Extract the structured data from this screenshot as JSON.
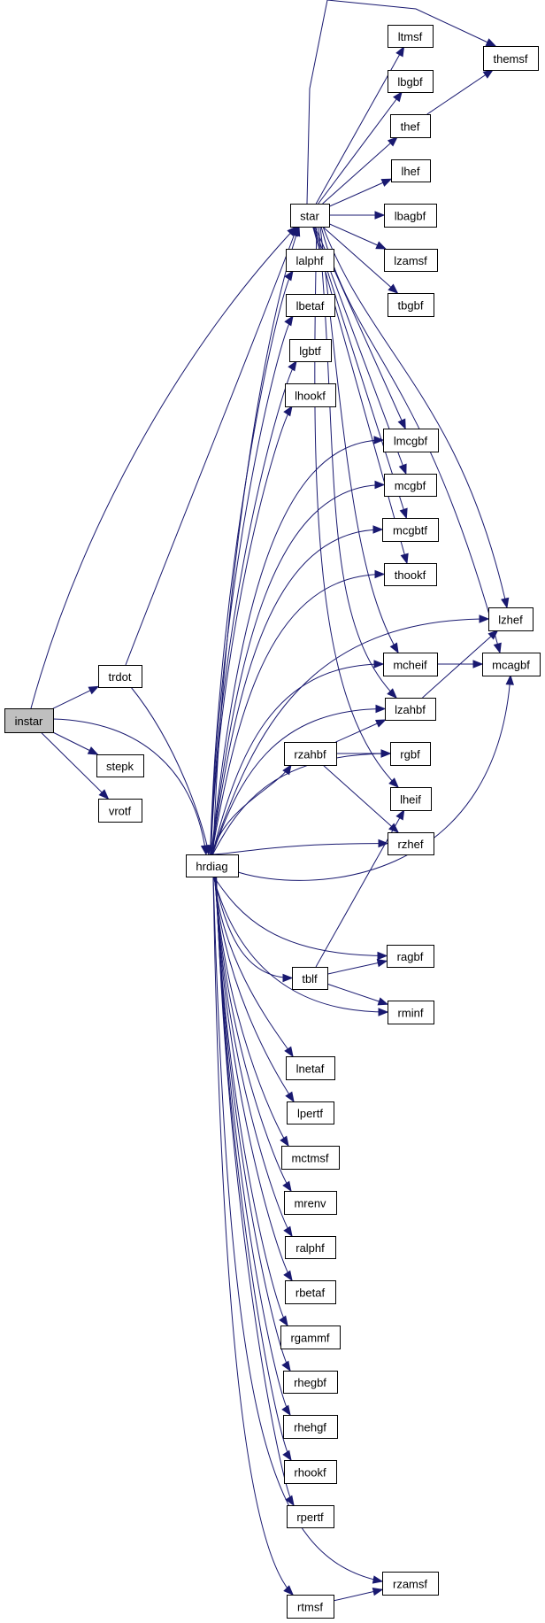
{
  "graph": {
    "type": "call-graph",
    "root": "instar",
    "colors": {
      "edge": "#191970",
      "root_fill": "#bfbfbf",
      "node_fill": "#ffffff",
      "node_border": "#000000"
    },
    "nodes": {
      "instar": "instar",
      "trdot": "trdot",
      "stepk": "stepk",
      "vrotf": "vrotf",
      "hrdiag": "hrdiag",
      "star": "star",
      "lalphf": "lalphf",
      "lbetaf": "lbetaf",
      "lgbtf": "lgbtf",
      "lhookf": "lhookf",
      "ltmsf": "ltmsf",
      "lbgbf": "lbgbf",
      "thef": "thef",
      "lhef": "lhef",
      "lbagbf": "lbagbf",
      "lzamsf": "lzamsf",
      "tbgbf": "tbgbf",
      "themsf": "themsf",
      "lmcgbf": "lmcgbf",
      "mcgbf": "mcgbf",
      "mcgbtf": "mcgbtf",
      "thookf": "thookf",
      "lzhef": "lzhef",
      "mcheif": "mcheif",
      "mcagbf": "mcagbf",
      "lzahbf": "lzahbf",
      "rzahbf": "rzahbf",
      "rgbf": "rgbf",
      "lheif": "lheif",
      "rzhef": "rzhef",
      "ragbf": "ragbf",
      "tblf": "tblf",
      "rminf": "rminf",
      "lnetaf": "lnetaf",
      "lpertf": "lpertf",
      "mctmsf": "mctmsf",
      "mrenv": "mrenv",
      "ralphf": "ralphf",
      "rbetaf": "rbetaf",
      "rgammf": "rgammf",
      "rhegbf": "rhegbf",
      "rhehgf": "rhehgf",
      "rhookf": "rhookf",
      "rpertf": "rpertf",
      "rzamsf": "rzamsf",
      "rtmsf": "rtmsf"
    },
    "edges": [
      [
        "instar",
        "star"
      ],
      [
        "instar",
        "trdot"
      ],
      [
        "instar",
        "hrdiag"
      ],
      [
        "instar",
        "stepk"
      ],
      [
        "instar",
        "vrotf"
      ],
      [
        "trdot",
        "star"
      ],
      [
        "trdot",
        "hrdiag"
      ],
      [
        "star",
        "themsf"
      ],
      [
        "star",
        "ltmsf"
      ],
      [
        "star",
        "lbgbf"
      ],
      [
        "star",
        "thef"
      ],
      [
        "star",
        "lhef"
      ],
      [
        "star",
        "lbagbf"
      ],
      [
        "star",
        "lzamsf"
      ],
      [
        "star",
        "tbgbf"
      ],
      [
        "star",
        "lmcgbf"
      ],
      [
        "star",
        "mcgbf"
      ],
      [
        "star",
        "mcgbtf"
      ],
      [
        "star",
        "thookf"
      ],
      [
        "star",
        "lzhef"
      ],
      [
        "star",
        "mcheif"
      ],
      [
        "star",
        "mcagbf"
      ],
      [
        "star",
        "lzahbf"
      ],
      [
        "star",
        "lheif"
      ],
      [
        "thef",
        "themsf"
      ],
      [
        "mcheif",
        "mcagbf"
      ],
      [
        "lzahbf",
        "lzhef"
      ],
      [
        "rzahbf",
        "lzahbf"
      ],
      [
        "rzahbf",
        "rgbf"
      ],
      [
        "rzahbf",
        "rzhef"
      ],
      [
        "tblf",
        "lheif"
      ],
      [
        "tblf",
        "ragbf"
      ],
      [
        "tblf",
        "rminf"
      ],
      [
        "hrdiag",
        "star"
      ],
      [
        "hrdiag",
        "lalphf"
      ],
      [
        "hrdiag",
        "lbetaf"
      ],
      [
        "hrdiag",
        "lgbtf"
      ],
      [
        "hrdiag",
        "lhookf"
      ],
      [
        "hrdiag",
        "lmcgbf"
      ],
      [
        "hrdiag",
        "mcgbf"
      ],
      [
        "hrdiag",
        "mcgbtf"
      ],
      [
        "hrdiag",
        "thookf"
      ],
      [
        "hrdiag",
        "lzhef"
      ],
      [
        "hrdiag",
        "mcheif"
      ],
      [
        "hrdiag",
        "lzahbf"
      ],
      [
        "hrdiag",
        "rzahbf"
      ],
      [
        "hrdiag",
        "rgbf"
      ],
      [
        "hrdiag",
        "rzhef"
      ],
      [
        "hrdiag",
        "mcagbf"
      ],
      [
        "hrdiag",
        "ragbf"
      ],
      [
        "hrdiag",
        "tblf"
      ],
      [
        "hrdiag",
        "rminf"
      ],
      [
        "hrdiag",
        "lnetaf"
      ],
      [
        "hrdiag",
        "lpertf"
      ],
      [
        "hrdiag",
        "mctmsf"
      ],
      [
        "hrdiag",
        "mrenv"
      ],
      [
        "hrdiag",
        "ralphf"
      ],
      [
        "hrdiag",
        "rbetaf"
      ],
      [
        "hrdiag",
        "rgammf"
      ],
      [
        "hrdiag",
        "rhegbf"
      ],
      [
        "hrdiag",
        "rhehgf"
      ],
      [
        "hrdiag",
        "rhookf"
      ],
      [
        "hrdiag",
        "rpertf"
      ],
      [
        "hrdiag",
        "rzamsf"
      ],
      [
        "hrdiag",
        "rtmsf"
      ],
      [
        "rtmsf",
        "rzamsf"
      ]
    ]
  }
}
